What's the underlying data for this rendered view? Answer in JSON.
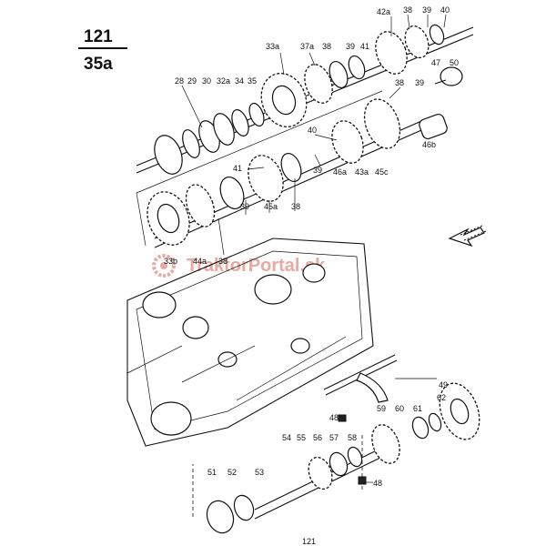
{
  "page": {
    "number_top": "121",
    "number_bottom": "35a",
    "footer": "121"
  },
  "watermark": "TraktorPortal.sk",
  "callouts": {
    "c42a": "42a",
    "c38a": "38",
    "c39a": "39",
    "c40a": "40",
    "c33a": "33a",
    "c37a": "37a",
    "c38b": "38",
    "c39b": "39",
    "c41a": "41",
    "c47": "47",
    "c50": "50",
    "c28": "28",
    "c29": "29",
    "c30": "30",
    "c32a": "32a",
    "c34": "34",
    "c35": "35",
    "c38c": "38",
    "c39c": "39",
    "c40b": "40",
    "c46a": "46a",
    "c43a": "43a",
    "c45c": "45c",
    "c46b": "46b",
    "c39d": "39",
    "c41b": "41",
    "c39e": "39",
    "c45a": "45a",
    "c38d": "38",
    "c33b": "33b",
    "c44a": "44a",
    "c38e": "38",
    "c49": "49",
    "c62": "62",
    "c61": "61",
    "c60": "60",
    "c59": "59",
    "c48a": "48",
    "c54": "54",
    "c55": "55",
    "c56": "56",
    "c57": "57",
    "c58": "58",
    "c51": "51",
    "c52": "52",
    "c53": "53",
    "c48b": "48"
  }
}
